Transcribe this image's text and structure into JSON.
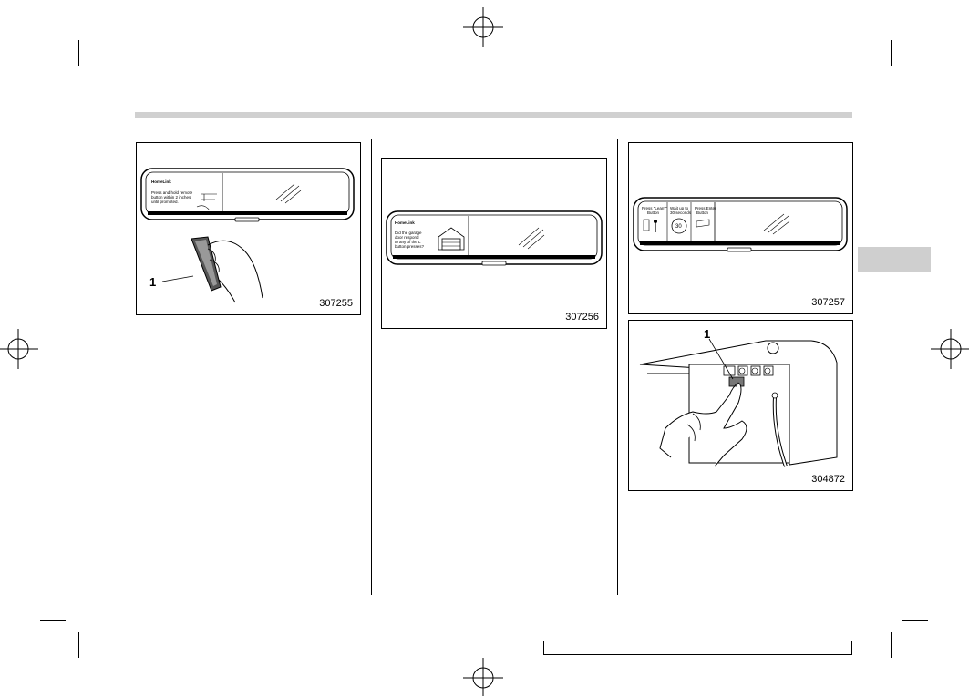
{
  "figures": {
    "fig1": {
      "number": "307255",
      "callout": "1",
      "screen_text": [
        "Press and hold remote",
        "button within 2 inches",
        "until prompted."
      ]
    },
    "fig2": {
      "number": "307256",
      "screen_text": [
        "Did the garage",
        "door respond",
        "to any of the L",
        "button presses?"
      ]
    },
    "fig3": {
      "number": "307257",
      "screen_text": [
        "Press \"Learn\"",
        "Button",
        "Wait up to",
        "30 seconds",
        "Press Enter",
        "Button"
      ],
      "countdown": "30"
    },
    "fig4": {
      "number": "304872",
      "callout": "1"
    }
  }
}
